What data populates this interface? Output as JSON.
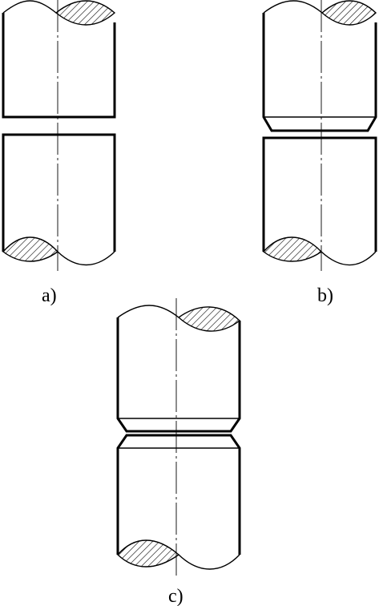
{
  "figure": {
    "panels": [
      {
        "id": "a",
        "label": "a)"
      },
      {
        "id": "b",
        "label": "b)"
      },
      {
        "id": "c",
        "label": "c)"
      }
    ],
    "colors": {
      "line": "#000000",
      "background": "#ffffff"
    }
  }
}
